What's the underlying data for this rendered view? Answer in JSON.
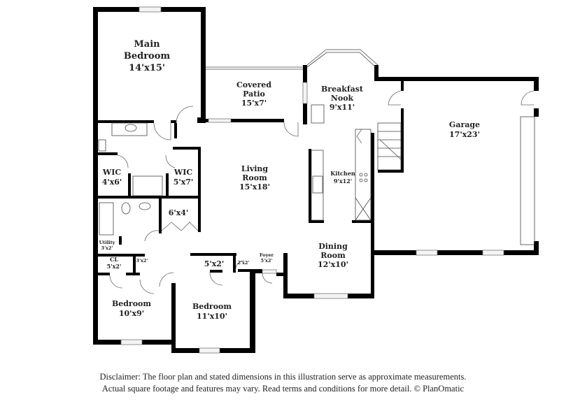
{
  "rooms": {
    "main_bedroom": {
      "name1": "Main",
      "name2": "Bedroom",
      "dims": "14'x15'"
    },
    "covered_patio": {
      "name1": "Covered",
      "name2": "Patio",
      "dims": "15'x7'"
    },
    "breakfast_nook": {
      "name1": "Breakfast",
      "name2": "Nook",
      "dims": "9'x11'"
    },
    "garage": {
      "name": "Garage",
      "dims": "17'x23'"
    },
    "living_room": {
      "name1": "Living",
      "name2": "Room",
      "dims": "15'x18'"
    },
    "kitchen": {
      "name": "Kitchen",
      "dims": "9'x12'"
    },
    "wic_left": {
      "name": "WIC",
      "dims": "4'x6'"
    },
    "wic_right": {
      "name": "WIC",
      "dims": "5'x7'"
    },
    "closet_6x4": {
      "dims": "6'x4'"
    },
    "utility": {
      "name": "Utility",
      "dims": "3'x2'"
    },
    "cl": {
      "name": "CL",
      "dims": "5'x2'"
    },
    "closet_3x2": {
      "dims": "3'x2'"
    },
    "closet_5x2": {
      "dims": "5'x2'"
    },
    "closet_2x2": {
      "dims": "2'x2'"
    },
    "foyer": {
      "name": "Foyer",
      "dims": "5'x2'"
    },
    "dining_room": {
      "name1": "Dining",
      "name2": "Room",
      "dims": "12'x10'"
    },
    "bedroom_left": {
      "name": "Bedroom",
      "dims": "10'x9'"
    },
    "bedroom_right": {
      "name": "Bedroom",
      "dims": "11'x10'"
    }
  },
  "disclaimer": {
    "line1": "Disclaimer: The floor plan and stated dimensions in this illustration serve as approximate measurements.",
    "line2": "Actual square footage and features may vary. Read terms and conditions for more detail. © PlanOmatic"
  },
  "colors": {
    "wall": "#000000",
    "background": "#ffffff"
  }
}
